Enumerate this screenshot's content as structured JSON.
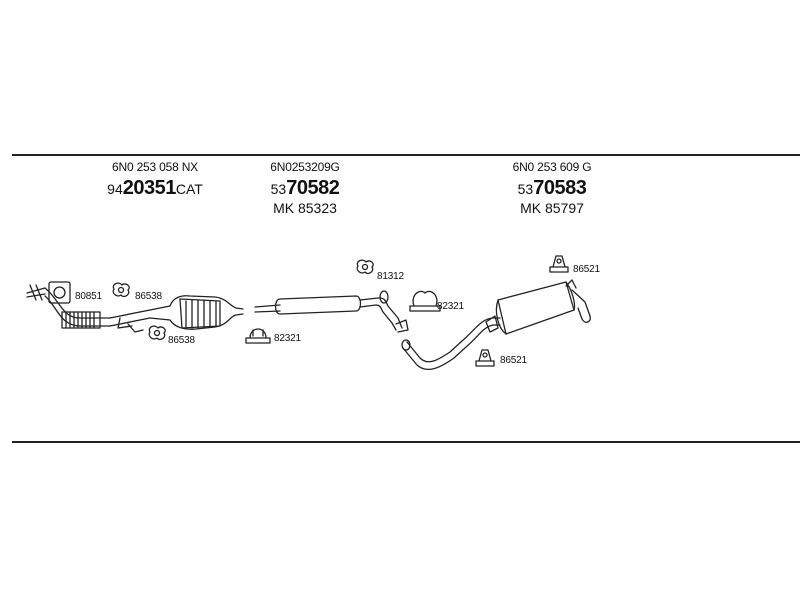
{
  "groups": [
    {
      "oem": "6N0 253 058 NX",
      "prefix": "94",
      "number": "20351",
      "suffix": "CAT",
      "mk": ""
    },
    {
      "oem": "6N0253209G",
      "prefix": "53",
      "number": "70582",
      "suffix": "",
      "mk": "MK  85323"
    },
    {
      "oem": "6N0 253 609 G",
      "prefix": "53",
      "number": "70583",
      "suffix": "",
      "mk": "MK  85797"
    }
  ],
  "part_labels": {
    "gasket_front": "80851",
    "mount_upper": "86538",
    "mount_lower": "86538",
    "clamp_front": "82321",
    "mount_middle": "81312",
    "clamp_rear": "82321",
    "hanger_top": "86521",
    "hanger_bottom": "86521"
  }
}
